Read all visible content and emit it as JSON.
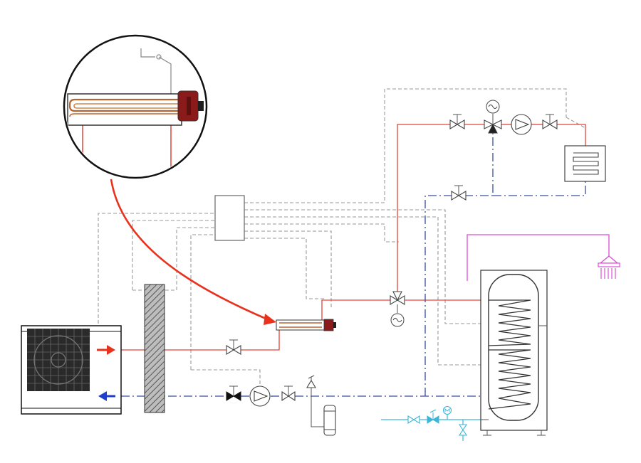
{
  "diagram": {
    "colors": {
      "flow": "#e0453a",
      "return": "#3a4fa0",
      "control": "#9a9a9a",
      "hot_water": "#d94fd6",
      "cold_water": "#39b6d8",
      "heater_cap": "#8b1a1a",
      "arrow_hot": "#e8321e",
      "arrow_cold": "#1f3fd0"
    },
    "components": [
      "heat-pump-outdoor-unit",
      "wall-section",
      "controller-box",
      "immersion-heater",
      "immersion-heater-zoom",
      "three-way-diverter-valve",
      "heating-circuit-mixing-valve",
      "circulation-pump",
      "radiator-underfloor-heating",
      "hot-water-cylinder",
      "shower-head",
      "expansion-vessel",
      "safety-valve",
      "shutoff-valve"
    ]
  }
}
